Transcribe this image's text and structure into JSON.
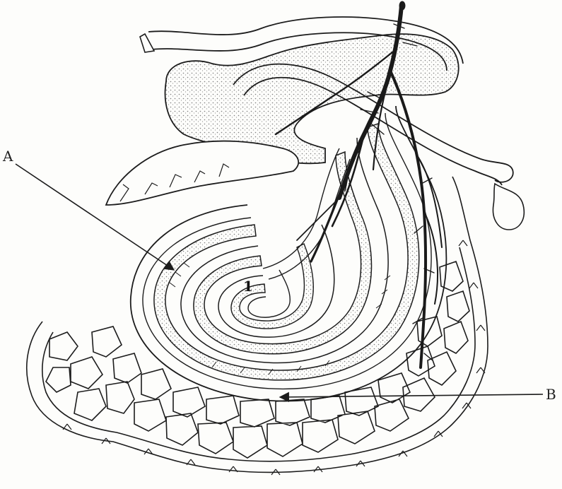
{
  "labels": {
    "a": "A",
    "b": "B",
    "center": "1"
  },
  "colors": {
    "ink": "#1c1c1c",
    "paper": "#fdfdfb",
    "stipple": "#8a8a8a",
    "vessel": "#2a2a2a"
  }
}
